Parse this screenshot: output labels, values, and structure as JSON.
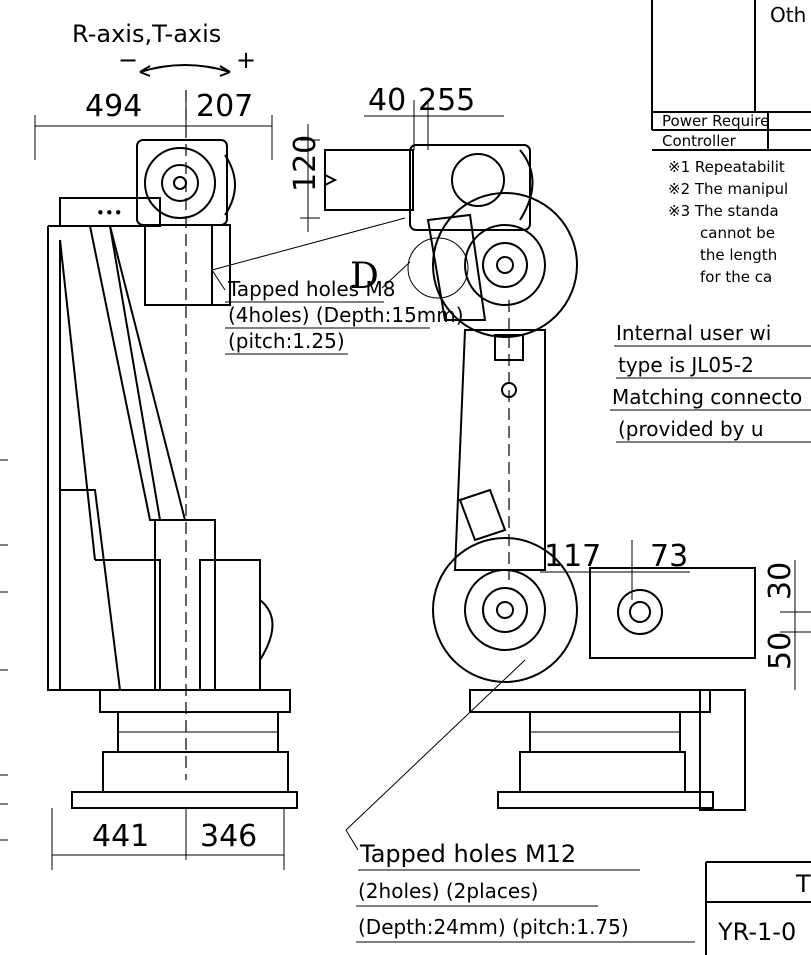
{
  "axis_label": "R-axis,T-axis",
  "axis_minus": "−",
  "axis_plus": "+",
  "dimensions": {
    "left_width": "494",
    "right_width": "207",
    "flange_offset": "40",
    "flange_width": "255",
    "flange_height": "120",
    "base_left": "441",
    "base_right": "346",
    "lower_a": "117",
    "lower_b": "73",
    "side_a": "30",
    "side_b": "50"
  },
  "detail_label": "D",
  "callout_m8": [
    "Tapped holes M8",
    "(4holes) (Depth:15mm)",
    "(pitch:1.25)"
  ],
  "callout_m12": [
    "Tapped holes M12",
    "(2holes) (2places)",
    "(Depth:24mm) (pitch:1.75)"
  ],
  "table": {
    "others": "Oth",
    "power_row": "Power Require",
    "controller_row": "Controller"
  },
  "notes": [
    "※1 Repeatabilit",
    "※2 The manipul",
    "※3 The standa",
    "cannot be",
    "the length",
    "for the ca"
  ],
  "wiring": [
    "Internal user wi",
    "type is JL05-2",
    "Matching connecto",
    "(provided by u"
  ],
  "title_block": {
    "header": "T",
    "code": "YR-1-0"
  }
}
